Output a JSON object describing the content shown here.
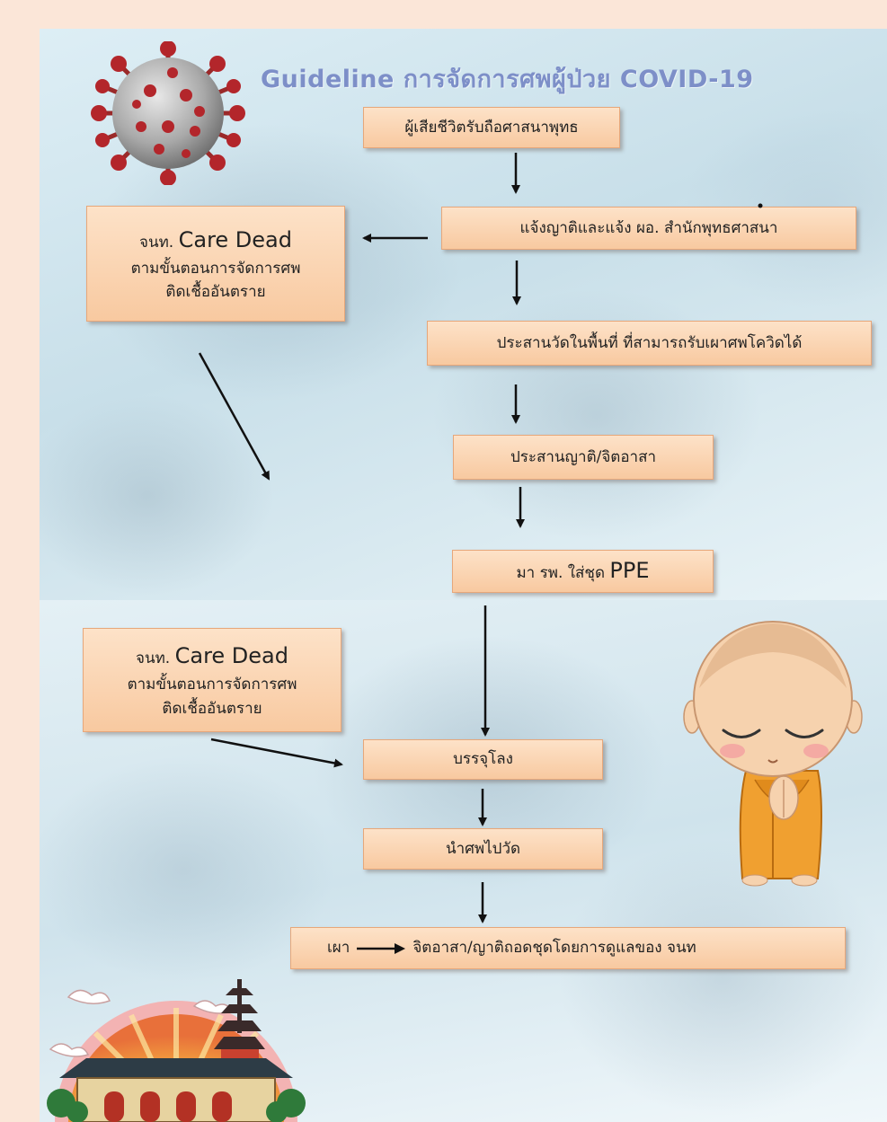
{
  "title": "Guideline การจัดการศพผู้ป่วย COVID-19",
  "flow": {
    "step1": "ผู้เสียชีวิตรับถือศาสนาพุทธ",
    "step2": "แจ้งญาติและแจ้ง ผอ. สำนักพุทธศาสนา",
    "step3": "ประสานวัดในพื้นที่ ที่สามารถรับเผาศพโควิดได้",
    "step4": "ประสานญาติ/จิตอาสา",
    "step5_prefix": "มา รพ.   ใส่ชุด",
    "step5_ppe": "PPE",
    "step6": "บรรจุโลง",
    "step7": "นำศพไปวัด",
    "step8_left": "เผา",
    "step8_right": "จิตอาสา/ญาติถอดชุดโดยการดูแลของ จนท"
  },
  "side_box_top": {
    "prefix": "จนท.",
    "emphasis": "Care Dead",
    "line2": "ตามขั้นตอนการจัดการศพ",
    "line3": "ติดเชื้ออันตราย"
  },
  "side_box_bottom": {
    "prefix": "จนท.",
    "emphasis": "Care Dead",
    "line2": "ตามขั้นตอนการจัดการศพ",
    "line3": "ติดเชื้ออันตราย"
  },
  "colors": {
    "title": "#7d8fc8",
    "box_fill": "#f8c9a0",
    "box_border": "#e7a77a",
    "page_border": "#fbe6d8"
  },
  "icons": [
    "coronavirus-illustration",
    "praying-monk-illustration",
    "temple-pagoda-illustration"
  ]
}
